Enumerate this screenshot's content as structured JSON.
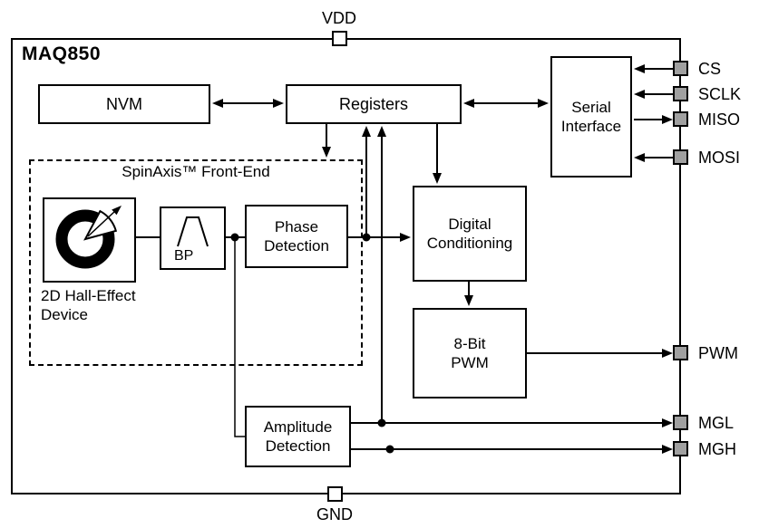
{
  "chip": {
    "name": "MAQ850"
  },
  "blocks": {
    "nvm": {
      "label": "NVM"
    },
    "registers": {
      "label": "Registers"
    },
    "serial_interface": {
      "label": "Serial\nInterface"
    },
    "front_end": {
      "label": "SpinAxis™ Front-End"
    },
    "hall_device": {
      "label": "2D Hall-Effect\nDevice"
    },
    "bp_filter": {
      "label": "BP"
    },
    "phase_detection": {
      "label": "Phase\nDetection"
    },
    "digital_conditioning": {
      "label": "Digital\nConditioning"
    },
    "pwm_8bit": {
      "label": "8-Bit\nPWM"
    },
    "amplitude_detection": {
      "label": "Amplitude\nDetection"
    }
  },
  "pins": {
    "top": {
      "label": "VDD"
    },
    "bottom": {
      "label": "GND"
    },
    "right": [
      {
        "label": "CS",
        "direction": "in"
      },
      {
        "label": "SCLK",
        "direction": "in"
      },
      {
        "label": "MISO",
        "direction": "out"
      },
      {
        "label": "MOSI",
        "direction": "in"
      },
      {
        "label": "PWM",
        "direction": "out"
      },
      {
        "label": "MGL",
        "direction": "out"
      },
      {
        "label": "MGH",
        "direction": "out"
      }
    ]
  },
  "colors": {
    "line": "#000000",
    "pin_fill": "#a0a0a0",
    "background": "#ffffff"
  }
}
